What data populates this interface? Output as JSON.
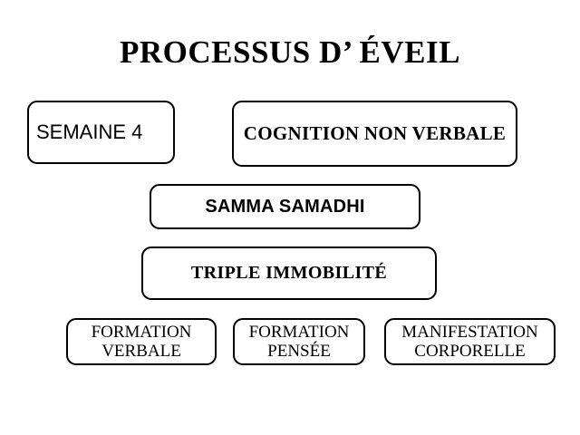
{
  "slide": {
    "title": "PROCESSUS D’ ÉVEIL",
    "background_color": "#ffffff",
    "text_color": "#000000",
    "border_color": "#000000"
  },
  "nodes": {
    "semaine": {
      "label": "SEMAINE 4"
    },
    "cognition": {
      "label": "COGNITION NON VERBALE"
    },
    "samadhi": {
      "label": "SAMMA SAMADHI"
    },
    "immobilite": {
      "label": "TRIPLE IMMOBILITÉ"
    },
    "formation_verbale": {
      "label": "FORMATION VERBALE"
    },
    "formation_pensee": {
      "label": "FORMATION PENSÉE"
    },
    "manifestation_corporelle": {
      "label": "MANIFESTATION CORPORELLE"
    }
  }
}
